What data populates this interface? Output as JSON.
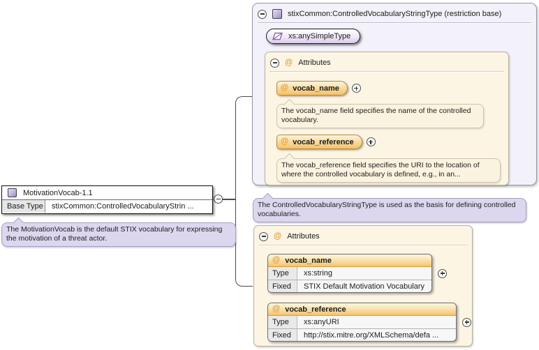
{
  "element_box": {
    "title": "MotivationVocab-1.1",
    "base_type_label": "Base Type",
    "base_type_value": "stixCommon:ControlledVocabularyStrin ...",
    "annotation": "The MotivationVocab is the default STIX vocabulary for expressing the motivation of a threat actor."
  },
  "restriction_panel": {
    "title": "stixCommon:ControlledVocabularyStringType (restriction base)",
    "base_type_pill": "xs:anySimpleType",
    "attributes_group": {
      "title": "Attributes",
      "attributes": [
        {
          "name": "vocab_name",
          "annotation": "The vocab_name field specifies the name of the controlled vocabulary."
        },
        {
          "name": "vocab_reference",
          "annotation": "The vocab_reference field specifies the URI to the location of where the controlled vocabulary is defined, e.g., in an..."
        }
      ]
    },
    "annotation": "The ControlledVocabularyStringType is used as the basis for defining controlled vocabularies."
  },
  "local_attributes_panel": {
    "title": "Attributes",
    "attributes": [
      {
        "name": "vocab_name",
        "rows": [
          {
            "label": "Type",
            "value": "xs:string"
          },
          {
            "label": "Fixed",
            "value": "STIX Default Motivation Vocabulary"
          }
        ]
      },
      {
        "name": "vocab_reference",
        "rows": [
          {
            "label": "Type",
            "value": "xs:anyURI"
          },
          {
            "label": "Fixed",
            "value": "http://stix.mitre.org/XMLSchema/defa ..."
          }
        ]
      }
    ]
  },
  "icons": {
    "attribute_at": "@",
    "collapse": "minus-circle",
    "expand": "plus-circle"
  },
  "colors": {
    "panel_lavender": "#f3f1f9",
    "group_cream": "#fcf5e4",
    "annotation_lavender": "#dcd7ee",
    "annotation_cream": "#faf3df",
    "attribute_chip_orange": "#f3c26d",
    "at_icon_orange": "#e59b30",
    "type_icon_purple": "#9c8bbd",
    "connector_gray": "#4a4a4a"
  }
}
